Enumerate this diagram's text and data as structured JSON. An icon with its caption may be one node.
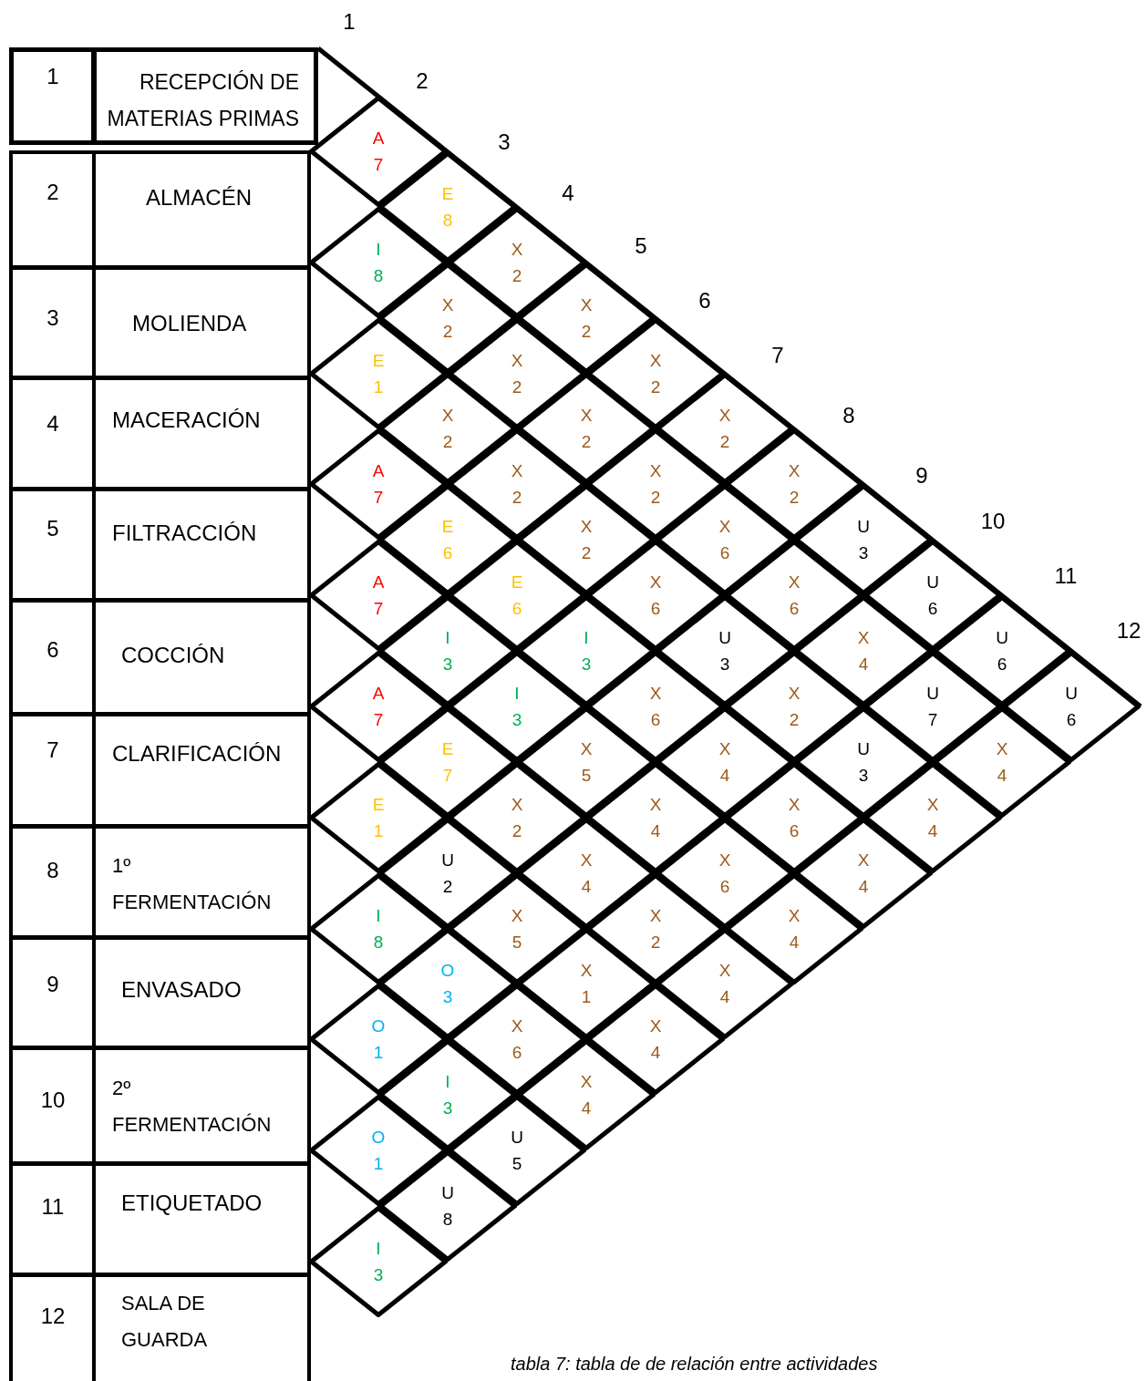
{
  "diagram": {
    "caption": "tabla 7: tabla de de relación entre actividades",
    "nodes": [
      {
        "text": [
          "A",
          "7"
        ]
      },
      {
        "text": [
          "E",
          "8"
        ]
      },
      {
        "text": [
          "I",
          "8"
        ]
      },
      {
        "text": [
          "X",
          "2"
        ]
      },
      {
        "text": [
          "X",
          "2"
        ]
      },
      {
        "text": [
          "X",
          "2"
        ]
      },
      {
        "text": [
          "E",
          "1"
        ]
      },
      {
        "text": [
          "X",
          "2"
        ]
      },
      {
        "text": [
          "X",
          "2"
        ]
      },
      {
        "text": [
          "X",
          "2"
        ]
      },
      {
        "text": [
          "X",
          "2"
        ]
      },
      {
        "text": [
          "X",
          "2"
        ]
      },
      {
        "text": [
          "A",
          "7"
        ]
      },
      {
        "text": [
          "X",
          "2"
        ]
      },
      {
        "text": [
          "X",
          "2"
        ]
      },
      {
        "text": [
          "X",
          "2"
        ]
      },
      {
        "text": [
          "E",
          "6"
        ]
      },
      {
        "text": [
          "X",
          "2"
        ]
      },
      {
        "text": [
          "X",
          "6"
        ]
      },
      {
        "text": [
          "U",
          "3"
        ]
      },
      {
        "text": [
          "A",
          "7"
        ]
      },
      {
        "text": [
          "E",
          "6"
        ]
      },
      {
        "text": [
          "X",
          "6"
        ]
      },
      {
        "text": [
          "X",
          "6"
        ]
      },
      {
        "text": [
          "U",
          "6"
        ]
      },
      {
        "text": [
          "I",
          "3"
        ]
      },
      {
        "text": [
          "I",
          "3"
        ]
      },
      {
        "text": [
          "U",
          "3"
        ]
      },
      {
        "text": [
          "X",
          "4"
        ]
      },
      {
        "text": [
          "U",
          "6"
        ]
      },
      {
        "text": [
          "A",
          "7"
        ]
      },
      {
        "text": [
          "I",
          "3"
        ]
      },
      {
        "text": [
          "X",
          "6"
        ]
      },
      {
        "text": [
          "X",
          "2"
        ]
      },
      {
        "text": [
          "U",
          "7"
        ]
      },
      {
        "text": [
          "U",
          "6"
        ]
      },
      {
        "text": [
          "E",
          "7"
        ]
      },
      {
        "text": [
          "X",
          "5"
        ]
      },
      {
        "text": [
          "X",
          "4"
        ]
      },
      {
        "text": [
          "U",
          "3"
        ]
      },
      {
        "text": [
          "X",
          "4"
        ]
      },
      {
        "text": [
          "E",
          "1"
        ]
      },
      {
        "text": [
          "X",
          "2"
        ]
      },
      {
        "text": [
          "X",
          "4"
        ]
      },
      {
        "text": [
          "X",
          "6"
        ]
      },
      {
        "text": [
          "X",
          "4"
        ]
      },
      {
        "text": [
          "U",
          "2"
        ]
      },
      {
        "text": [
          "X",
          "4"
        ]
      },
      {
        "text": [
          "X",
          "6"
        ]
      },
      {
        "text": [
          "X",
          "4"
        ]
      },
      {
        "text": [
          "I",
          "8"
        ]
      },
      {
        "text": [
          "X",
          "5"
        ]
      },
      {
        "text": [
          "X",
          "2"
        ]
      },
      {
        "text": [
          "X",
          "4"
        ]
      },
      {
        "text": [
          "O",
          "3"
        ]
      },
      {
        "text": [
          "X",
          "1"
        ]
      },
      {
        "text": [
          "X",
          "4"
        ]
      },
      {
        "text": [
          "O",
          "1"
        ]
      },
      {
        "text": [
          "X",
          "6"
        ]
      },
      {
        "text": [
          "X",
          "4"
        ]
      },
      {
        "text": [
          "I",
          "3"
        ]
      },
      {
        "text": [
          "X",
          "4"
        ]
      },
      {
        "text": [
          "O",
          "1"
        ]
      },
      {
        "text": [
          "U",
          "5"
        ]
      },
      {
        "text": [
          "U",
          "8"
        ]
      },
      {
        "text": [
          "I",
          "3"
        ]
      }
    ],
    "labels": [
      "1",
      "2",
      "3",
      "4",
      "5",
      "6",
      "7",
      "8",
      "9",
      "10",
      "11",
      "12",
      "1",
      "RECEPCIÓN DE MATERIAS PRIMAS",
      "2",
      "ALMACÉN",
      "3",
      "MOLIENDA",
      "4",
      "MACERACIÓN",
      "5",
      "FILTRACCIÓN",
      "6",
      "COCCIÓN",
      "7",
      "CLARIFICACIÓN",
      "8",
      "1º FERMENTACIÓN",
      "9",
      "ENVASADO",
      "10",
      "2º FERMENTACIÓN",
      "11",
      "ETIQUETADO",
      "12",
      "SALA DE GUARDA"
    ]
  }
}
